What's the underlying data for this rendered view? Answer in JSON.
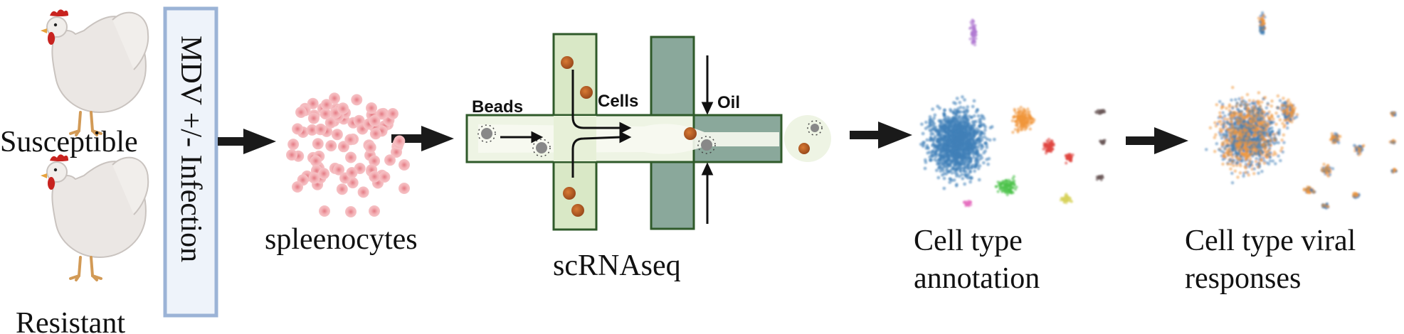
{
  "groups": {
    "susceptible": "Susceptible",
    "resistant": "Resistant"
  },
  "treatment": "MDV +/- Infection",
  "sample": "spleenocytes",
  "method": {
    "name": "scRNAseq",
    "beads": "Beads",
    "cells": "Cells",
    "oil": "Oil"
  },
  "outputs": {
    "annotation_line1": "Cell type",
    "annotation_line2": "annotation",
    "responses_line1": "Cell type viral",
    "responses_line2": "responses"
  },
  "colors": {
    "arrow": "#1a1a1a",
    "treatment_fill": "#eef3fa",
    "treatment_border": "#9bb3d6",
    "spleen_cell": "#f0a3a8",
    "channel_light": "#d9e8c6",
    "channel_dark": "#8aa89b",
    "umap_blue": "#3f7fb8",
    "umap_orange": "#f0963a",
    "umap_purple": "#b07ad1",
    "umap_red": "#e0453f",
    "umap_green": "#4cc24a",
    "umap_pink": "#e56fc0",
    "umap_yellow": "#d7d25a",
    "umap_grey": "#6b5a5a"
  }
}
